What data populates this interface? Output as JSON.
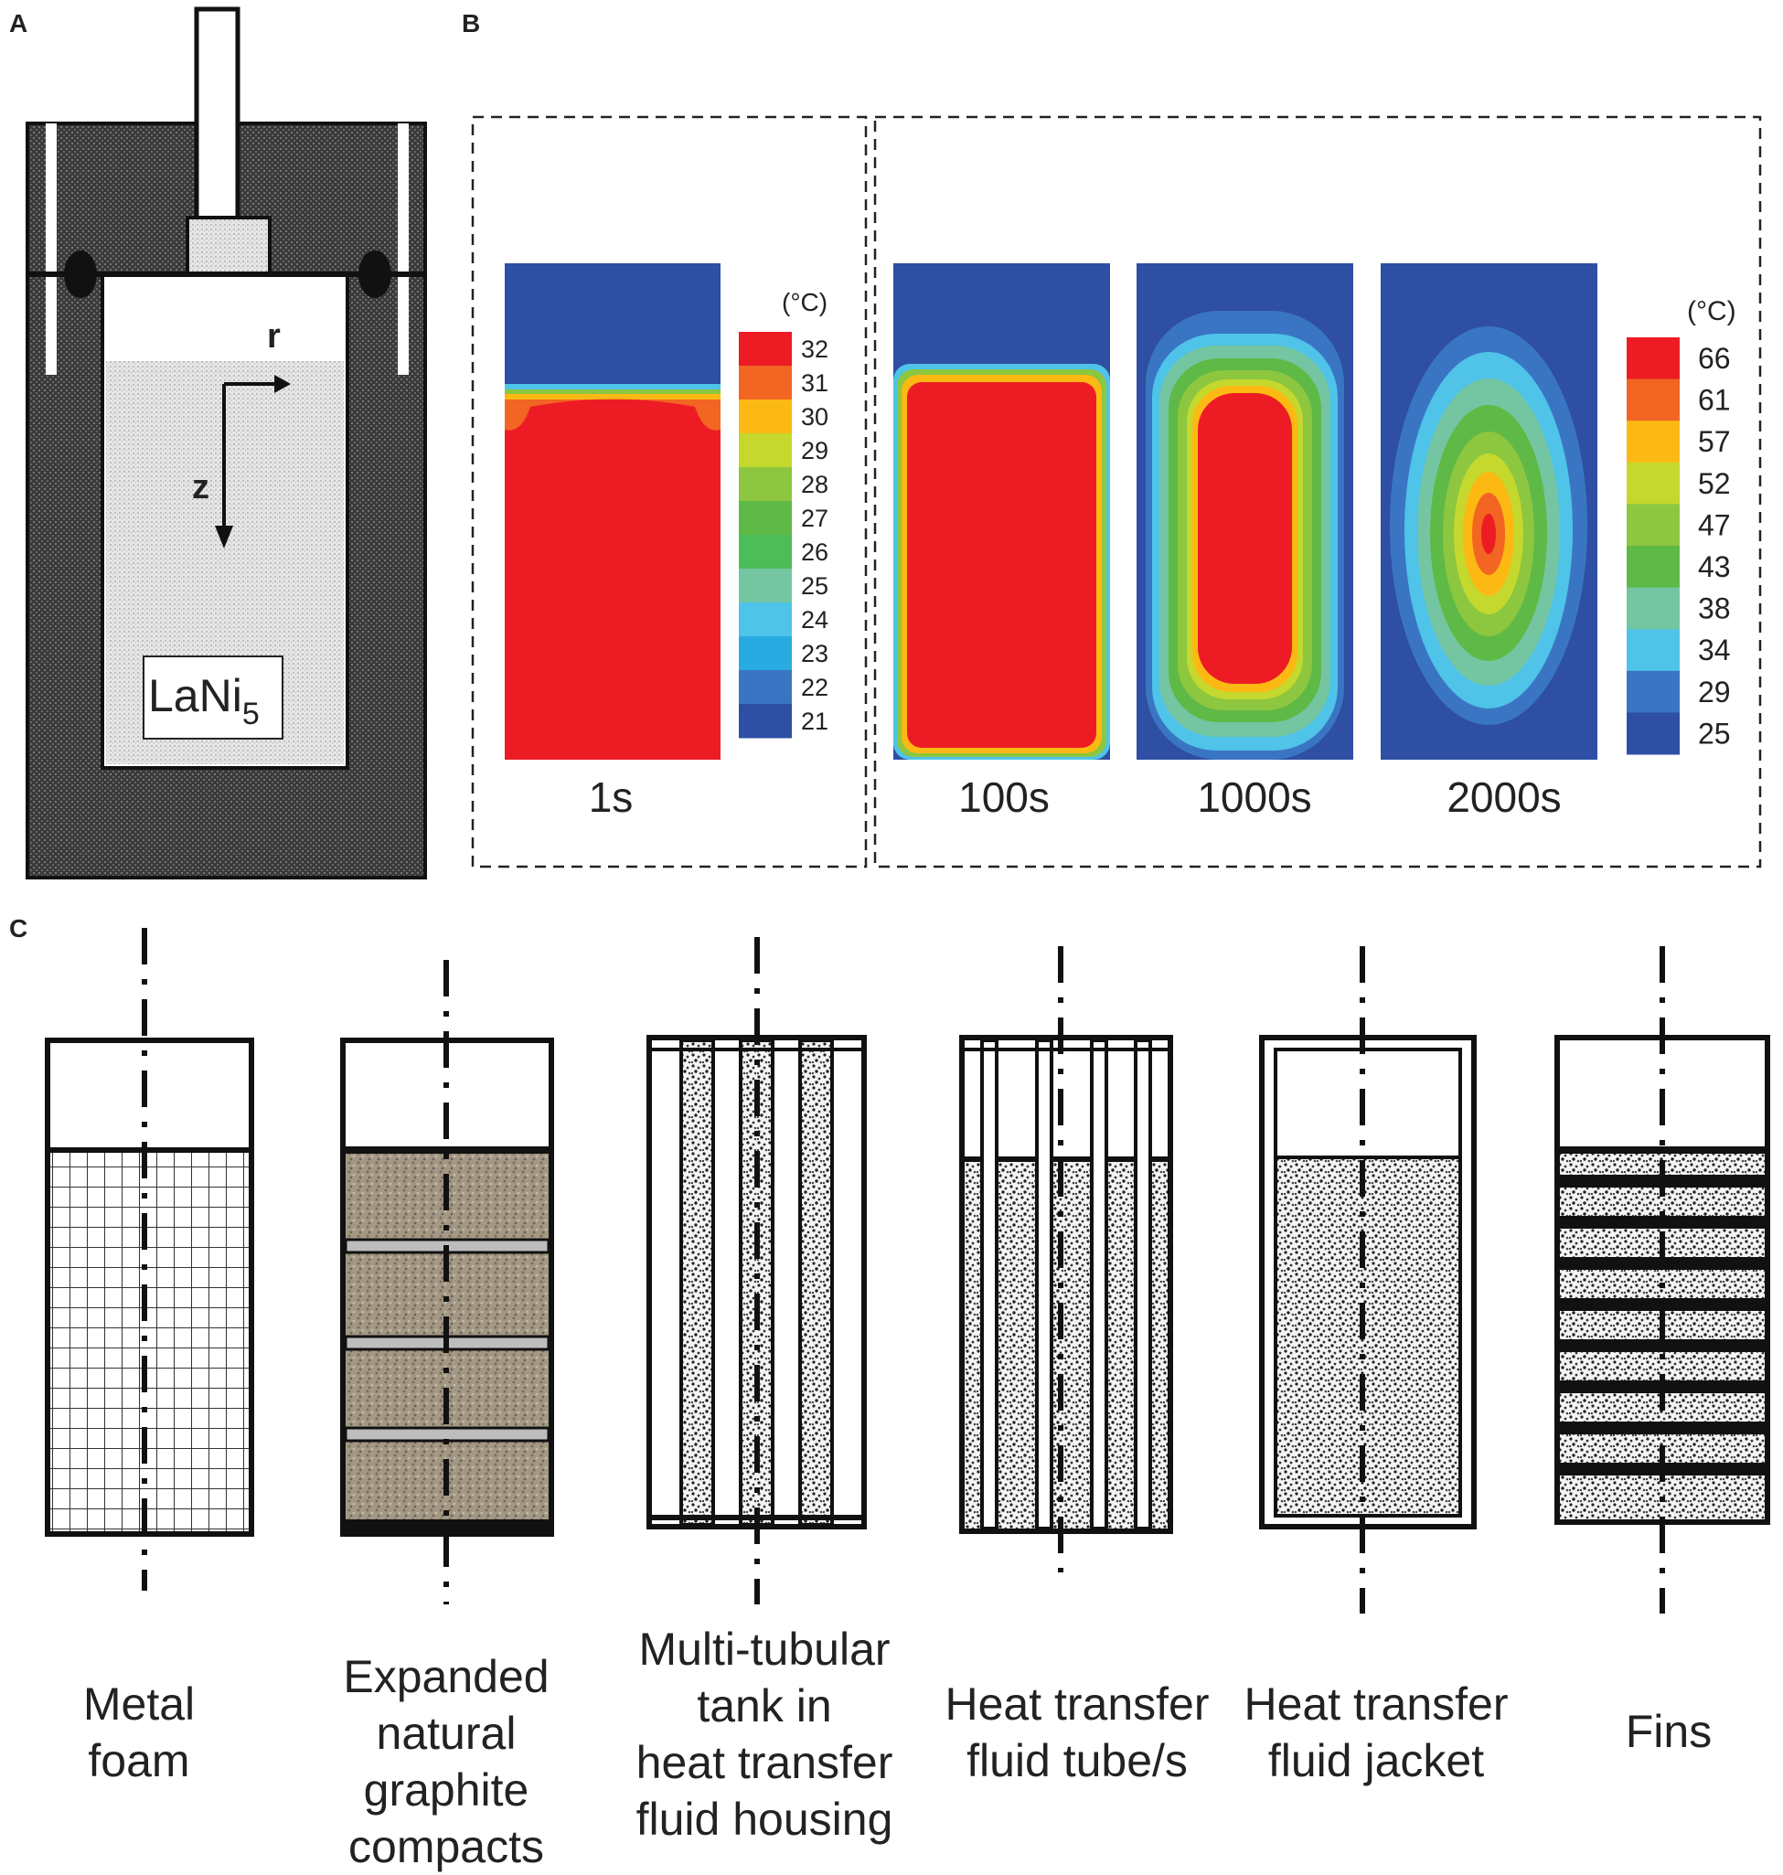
{
  "panels": {
    "a": "A",
    "b": "B",
    "c": "C"
  },
  "panel_a": {
    "material_label": "LaNi",
    "material_sub": "5",
    "axis_r": "r",
    "axis_z": "z"
  },
  "panel_b": {
    "unit": "(°C)",
    "scale_left": [
      "32",
      "31",
      "30",
      "29",
      "28",
      "27",
      "26",
      "25",
      "24",
      "23",
      "22",
      "21"
    ],
    "scale_right": [
      "66",
      "61",
      "57",
      "52",
      "47",
      "43",
      "38",
      "34",
      "29",
      "25"
    ],
    "times": [
      "1s",
      "100s",
      "1000s",
      "2000s"
    ],
    "colors_left": [
      "#ed1c24",
      "#f26522",
      "#fdb913",
      "#c4d82e",
      "#8dc63f",
      "#5fb946",
      "#4dbd5a",
      "#73c6a1",
      "#4fc3e8",
      "#29abe2",
      "#3a75c4",
      "#2e4fa3"
    ],
    "colors_right": [
      "#ed1c24",
      "#f26522",
      "#fdb913",
      "#c4d82e",
      "#8dc63f",
      "#5fb946",
      "#73c6a1",
      "#4fc3e8",
      "#3a75c4",
      "#2e4fa3"
    ]
  },
  "panel_c": {
    "captions": [
      [
        "Metal",
        "foam"
      ],
      [
        "Expanded",
        "natural graphite",
        "compacts"
      ],
      [
        "Multi-tubular",
        "tank in",
        "heat transfer",
        "fluid housing"
      ],
      [
        "Heat transfer",
        "fluid tube/s"
      ],
      [
        "Heat transfer",
        "fluid jacket"
      ],
      [
        "Fins"
      ]
    ]
  }
}
